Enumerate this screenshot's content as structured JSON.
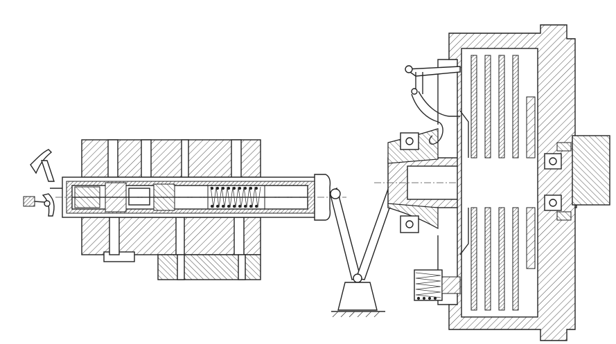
{
  "figure": {
    "kind": "mechanical-section-drawing",
    "ink_color": "#222222",
    "background_color": "#ffffff",
    "hatch_style": "diagonal",
    "components": [
      "pedal-lever",
      "master-cylinder",
      "compression-spring",
      "release-fork",
      "fork-pivot-mount",
      "clutch-housing",
      "clutch-shaft",
      "clutch-discs",
      "pressure-plate-springs",
      "release-lever-linkage",
      "bearings"
    ]
  }
}
